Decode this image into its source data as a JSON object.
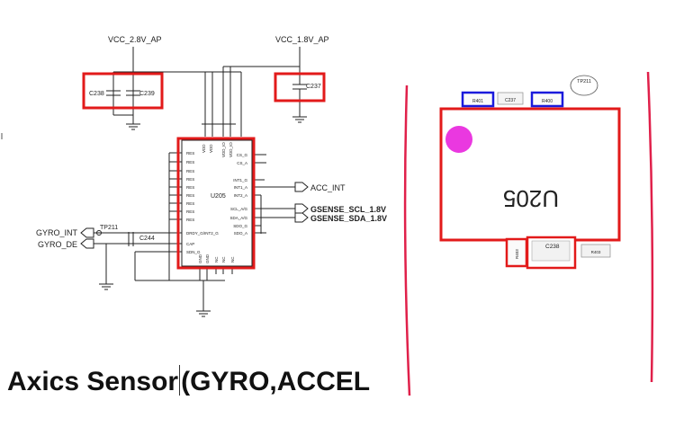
{
  "caption": {
    "before_cursor": "Axics Sensor",
    "after_cursor": "(GYRO,ACCEL"
  },
  "schematic": {
    "rails": {
      "left": "VCC_2.8V_AP",
      "right": "VCC_1.8V_AP"
    },
    "capacitors": {
      "c238": "C238",
      "c239": "C239",
      "c237": "C237",
      "c244": "C244"
    },
    "testpoint": "TP211",
    "chip": {
      "ref": "U205",
      "left_pins": [
        "RES",
        "RES",
        "RES",
        "RES",
        "RES",
        "RES",
        "RES",
        "RES",
        "RES"
      ],
      "left_bottom_pins": [
        "DRDY_G/INT2_G",
        "CAP",
        "SDN_G"
      ],
      "right_pins": [
        "CS_G",
        "CS_A",
        "INT1_G",
        "INT1_A",
        "INT2_A",
        "SCL_A/G",
        "SDA_A/G",
        "SDO_G",
        "SDO_A"
      ],
      "top_pins": [
        "VDD",
        "VDD",
        "VDD_IO",
        "VDD_IO"
      ],
      "bottom_pins": [
        "GND",
        "GND",
        "NC",
        "NC",
        "NC"
      ]
    },
    "nets": {
      "acc_int": "ACC_INT",
      "scl": "GSENSE_SCL_1.8V",
      "sda": "GSENSE_SDA_1.8V",
      "gyro_int": "GYRO_INT",
      "gyro_de": "GYRO_DE"
    }
  },
  "board": {
    "chip_label": "U205",
    "tp": "TP211",
    "r_left": "R401",
    "c_top": "C237",
    "r_right": "R400",
    "c_bottom": "C238",
    "r_bottom_left": "R403",
    "r_bottom_right": "R403"
  },
  "colors": {
    "highlight_red": "#e21a1a",
    "highlight_blue": "#1a1adc",
    "marker": "#ea38e0",
    "bracket_red": "#e0204a"
  }
}
